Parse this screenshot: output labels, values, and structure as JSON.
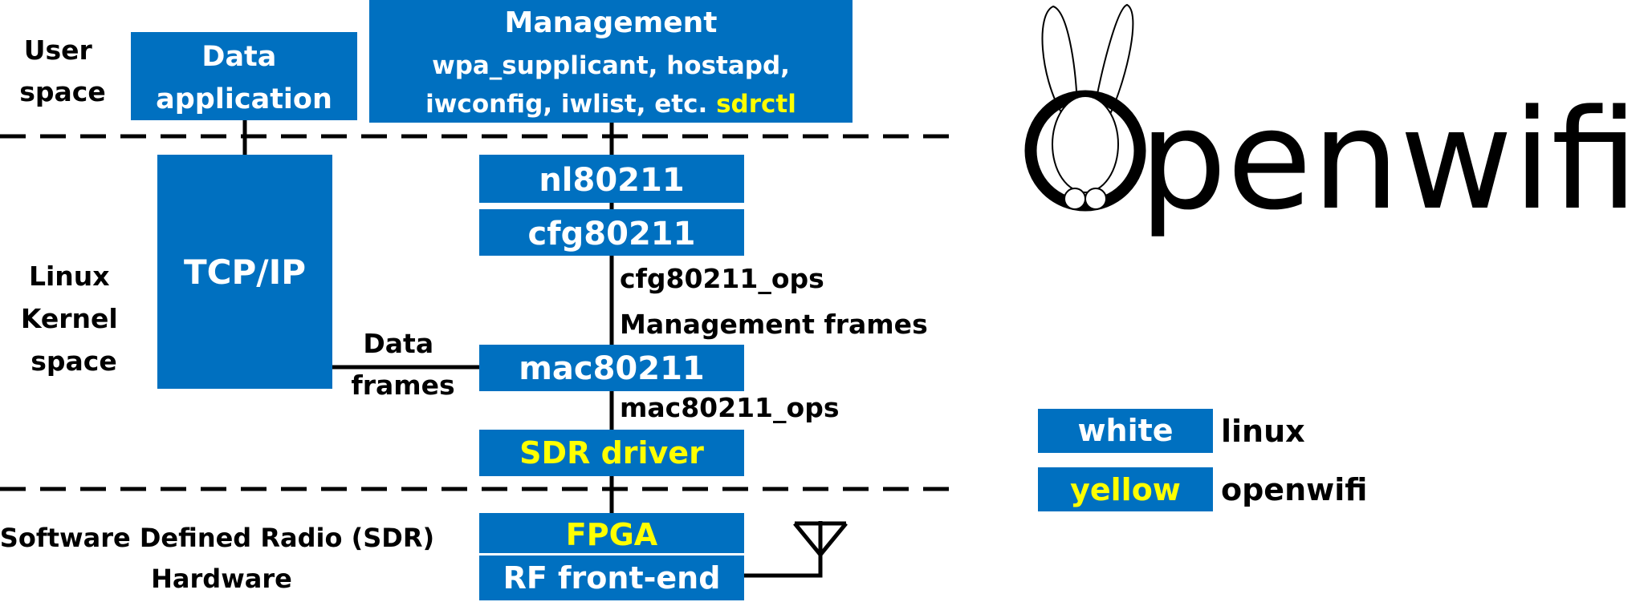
{
  "layers": {
    "user_space": [
      "User",
      "space"
    ],
    "kernel_space": [
      "Linux",
      "Kernel",
      "space"
    ],
    "sdr_hardware": [
      "Software Defined Radio (SDR)",
      "Hardware"
    ]
  },
  "blocks": {
    "data_application": [
      "Data",
      "application"
    ],
    "management": {
      "title": "Management",
      "line1": "wpa_supplicant, hostapd,",
      "line2": "iwconfig, iwlist, etc.",
      "sdrctl": "sdrctl"
    },
    "tcpip": "TCP/IP",
    "nl80211": "nl80211",
    "cfg80211": "cfg80211",
    "mac80211": "mac80211",
    "sdr_driver": "SDR driver",
    "fpga": "FPGA",
    "rf_frontend": "RF front-end"
  },
  "edges": {
    "cfg80211_ops": "cfg80211_ops",
    "management_frames": "Management frames",
    "data_frames": [
      "Data",
      "frames"
    ],
    "mac80211_ops": "mac80211_ops"
  },
  "legend": [
    {
      "swatch": "white",
      "label": "linux",
      "text_color": "#ffffff"
    },
    {
      "swatch": "yellow",
      "label": "openwifi",
      "text_color": "#ffff00"
    }
  ],
  "logo": {
    "text": "penwifi"
  },
  "colors": {
    "block_blue": "#0070c0",
    "linux_text": "#ffffff",
    "openwifi_text": "#ffff00",
    "line": "#000000"
  }
}
